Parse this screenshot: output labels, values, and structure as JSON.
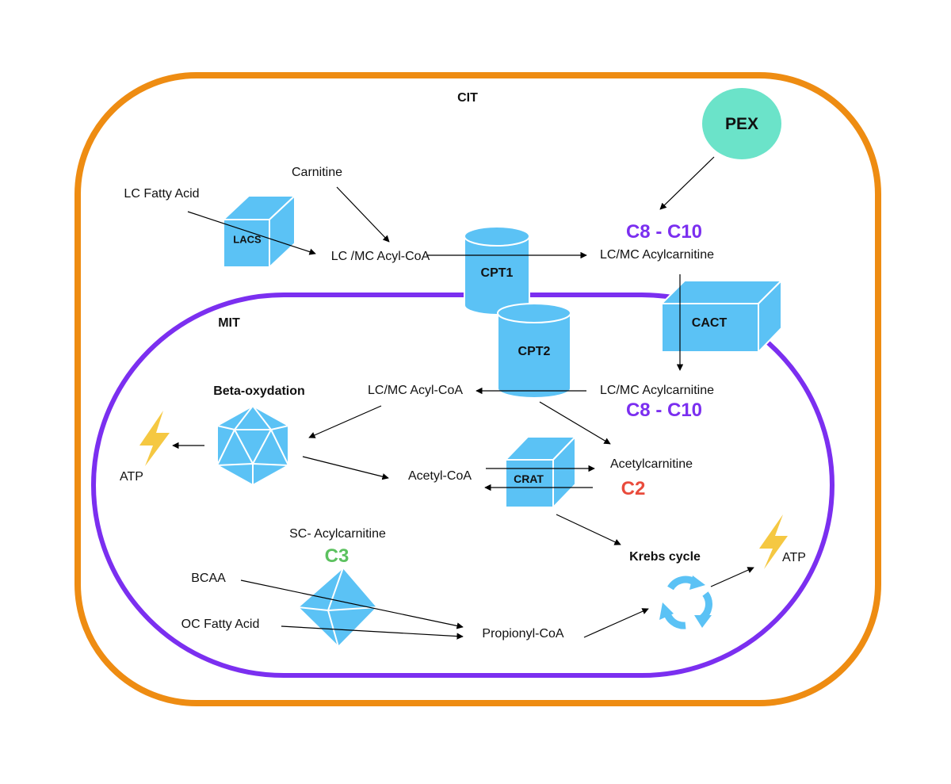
{
  "compartments": {
    "cytosol": "CIT",
    "mitochondria": "MIT",
    "peroxisome": "PEX"
  },
  "enzymes": {
    "lacs": "LACS",
    "cpt1": "CPT1",
    "cpt2": "CPT2",
    "cact": "CACT",
    "crat": "CRAT"
  },
  "metabolites": {
    "lc_fatty_acid": "LC Fatty Acid",
    "carnitine": "Carnitine",
    "acyl_coa_cyt": "LC /MC Acyl-CoA",
    "acylcarnitine_cyt": "LC/MC Acylcarnitine",
    "acylcarnitine_mit": "LC/MC Acylcarnitine",
    "acyl_coa_mit": "LC/MC Acyl-CoA",
    "acetyl_coa": "Acetyl-CoA",
    "acetylcarnitine": "Acetylcarnitine",
    "sc_acylcarnitine": "SC- Acylcarnitine",
    "bcaa": "BCAA",
    "oc_fatty_acid": "OC Fatty Acid",
    "propionyl_coa": "Propionyl-CoA",
    "atp_left": "ATP",
    "atp_right": "ATP"
  },
  "processes": {
    "beta_oxidation": "Beta-oxydation",
    "krebs": "Krebs cycle"
  },
  "chain_codes": {
    "c8_c10_cyt": "C8 - C10",
    "c8_c10_mit": "C8 - C10",
    "c2": "C2",
    "c3": "C3"
  },
  "colors": {
    "cytosol_border": "#EE8C12",
    "mito_border": "#7B2FF0",
    "peroxisome_fill": "#6BE3C9",
    "enzyme_fill": "#5BC2F5",
    "enzyme_edge": "#ffffff",
    "code_purple": "#7B2FF0",
    "code_red": "#E94B3C",
    "code_green": "#5CC15F",
    "lightning": "#F5C842",
    "arrow": "#000000"
  }
}
